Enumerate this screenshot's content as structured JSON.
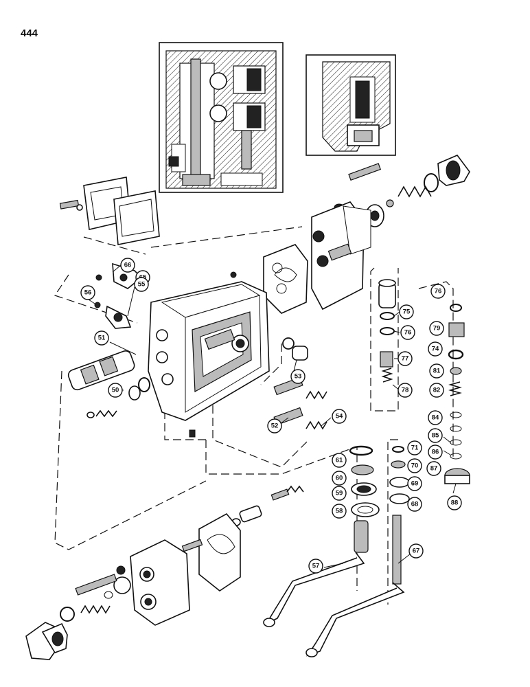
{
  "page_number": "444",
  "callouts": [
    {
      "id": "66",
      "label": "66"
    },
    {
      "id": "65",
      "label": "65"
    },
    {
      "id": "56",
      "label": "56"
    },
    {
      "id": "55",
      "label": "55"
    },
    {
      "id": "51",
      "label": "51"
    },
    {
      "id": "50",
      "label": "50"
    },
    {
      "id": "53",
      "label": "53"
    },
    {
      "id": "52",
      "label": "52"
    },
    {
      "id": "54",
      "label": "54"
    },
    {
      "id": "75",
      "label": "75"
    },
    {
      "id": "76a",
      "label": "76"
    },
    {
      "id": "77",
      "label": "77"
    },
    {
      "id": "78",
      "label": "78"
    },
    {
      "id": "76b",
      "label": "76"
    },
    {
      "id": "79",
      "label": "79"
    },
    {
      "id": "74",
      "label": "74"
    },
    {
      "id": "81",
      "label": "81"
    },
    {
      "id": "82",
      "label": "82"
    },
    {
      "id": "84",
      "label": "84"
    },
    {
      "id": "85",
      "label": "85"
    },
    {
      "id": "86",
      "label": "86"
    },
    {
      "id": "87",
      "label": "87"
    },
    {
      "id": "88",
      "label": "88"
    },
    {
      "id": "61",
      "label": "61"
    },
    {
      "id": "60",
      "label": "60"
    },
    {
      "id": "59",
      "label": "59"
    },
    {
      "id": "58",
      "label": "58"
    },
    {
      "id": "71",
      "label": "71"
    },
    {
      "id": "70",
      "label": "70"
    },
    {
      "id": "69",
      "label": "69"
    },
    {
      "id": "68",
      "label": "68"
    },
    {
      "id": "57",
      "label": "57"
    },
    {
      "id": "67",
      "label": "67"
    }
  ]
}
